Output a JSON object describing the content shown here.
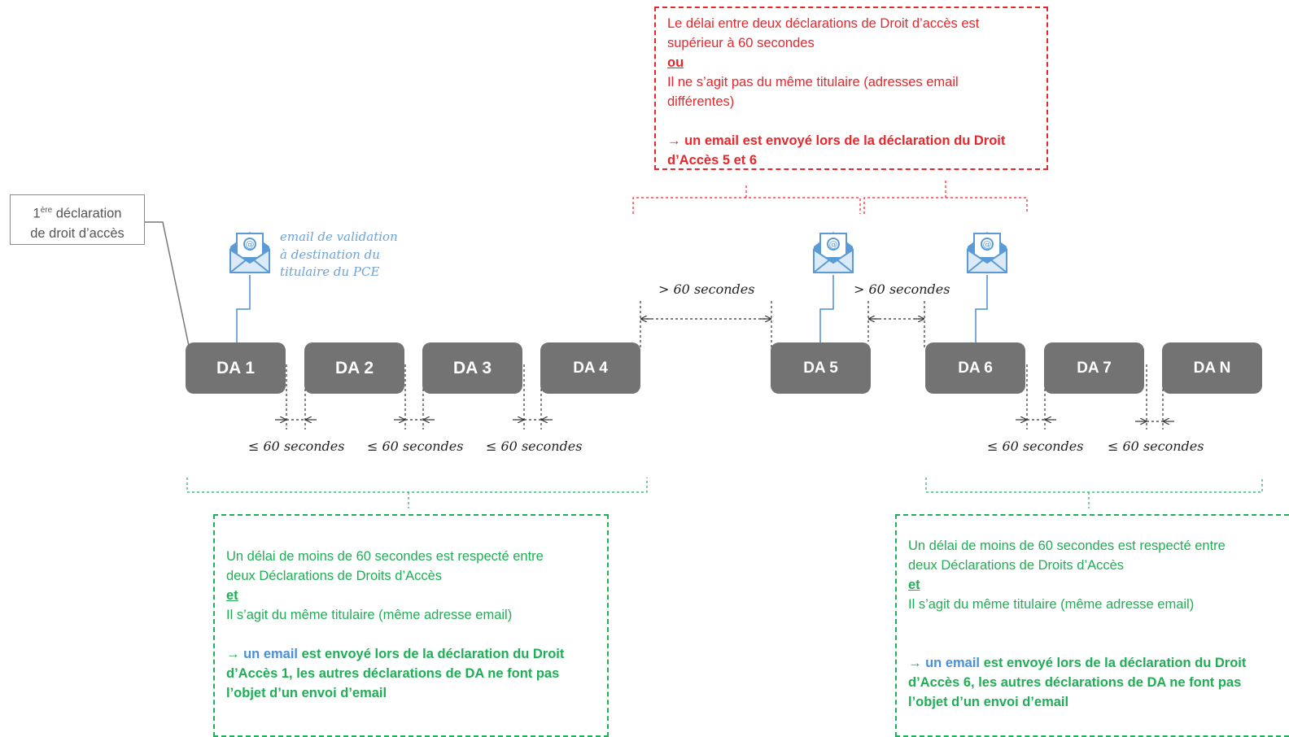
{
  "callout": {
    "first_decl_sup": "ère",
    "first_decl_prefix": "1",
    "first_decl_line1_rest": " déclaration",
    "first_decl_line2": "de droit d’accès"
  },
  "email_note": {
    "line1": "email de validation",
    "line2": "à destination du",
    "line3": "titulaire du PCE"
  },
  "boxes": [
    "DA 1",
    "DA 2",
    "DA 3",
    "DA 4",
    "DA 5",
    "DA 6",
    "DA 7",
    "DA N"
  ],
  "gaps": {
    "le_label": "60 secondes",
    "le_symbol": "≤",
    "gt_label": "60 secondes",
    "gt_symbol": ">"
  },
  "red_box": {
    "line1": "Le délai entre deux déclarations de Droit d’accès est",
    "line2": "supérieur à 60 secondes",
    "or": "ou",
    "line3": "Il ne s’agit pas du même titulaire (adresses email",
    "line4": "différentes)",
    "arrow": "→",
    "conclusion1": " un email est envoyé lors de la déclaration du Droit",
    "conclusion2": "d’Accès 5 et 6"
  },
  "green_box_left": {
    "line1": "Un délai de moins de 60 secondes est respecté entre",
    "line2": "deux Déclarations de Droits d’Accès",
    "and": "et",
    "line3": " Il s’agit du même titulaire (même adresse email)",
    "arrow": "→",
    "email_word": " un email",
    "conclusion1_rest": " est envoyé lors de la déclaration du Droit",
    "conclusion2": "d’Accès 1, les autres déclarations de DA ne font pas",
    "conclusion3": "l’objet d’un envoi d’email"
  },
  "green_box_right": {
    "line1": "Un délai de moins de 60 secondes est respecté entre",
    "line2": "deux Déclarations de Droits d’Accès",
    "and": "et",
    "line3": " Il s’agit du même titulaire (même adresse email)",
    "arrow": "→",
    "email_word": " un email",
    "conclusion1_rest": " est envoyé lors de la déclaration du Droit",
    "conclusion2": "d’Accès 6, les autres déclarations de DA ne font pas",
    "conclusion3": "l’objet d’un envoi d’email"
  },
  "icons": [
    "email-open-icon",
    "email-open-icon",
    "email-open-icon"
  ],
  "colors": {
    "box": "#737373",
    "red": "#e8262b",
    "green": "#1fae55",
    "blue": "#4a8fd6",
    "connector": "#4a8fd6"
  }
}
